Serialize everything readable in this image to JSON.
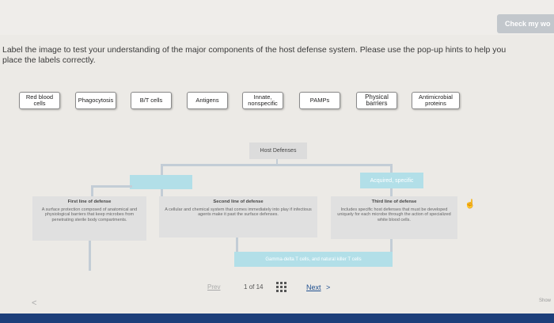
{
  "header": {
    "check_label": "Check my wo"
  },
  "instructions": "Label the image to test your understanding of the major components of the host defense system. Please use the pop-up hints to help you place the labels correctly.",
  "labels": [
    "Red blood\ncells",
    "Phagocytosis",
    "B/T cells",
    "Antigens",
    "Innate,\nnonspecific",
    "PAMPs",
    "Physical\nbarriers",
    "Antimicrobial\nproteins"
  ],
  "diagram": {
    "root": "Host Defenses",
    "third_label": "Acquired, specific",
    "bottom_label": "Gamma-delta T cells, and natural killer T cells",
    "first": {
      "title": "First line of defense",
      "body": "A surface protection composed of anatomical and physiological barriers that keep microbes from penetrating sterile body compartments."
    },
    "second": {
      "title": "Second line of defense",
      "body": "A cellular and chemical system that comes immediately into play if infectious agents make it past the surface defenses."
    },
    "third": {
      "title": "Third line of defense",
      "body": "Includes specific host defenses that must be developed uniquely for each microbe through the action of specialized white blood cells."
    }
  },
  "nav": {
    "prev": "Prev",
    "page": "1",
    "of": "of 14",
    "next": "Next"
  },
  "footer": {
    "show": "Show"
  }
}
